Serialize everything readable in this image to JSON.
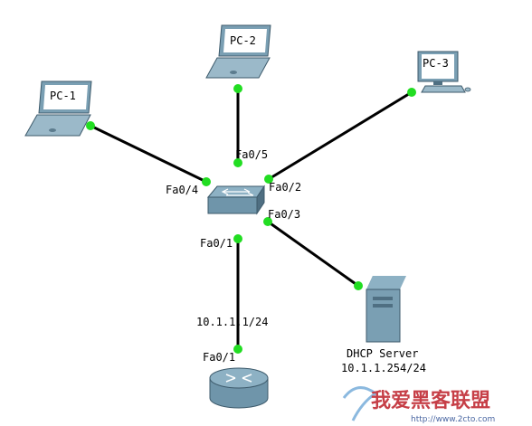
{
  "devices": {
    "pc1": {
      "label": "PC-1"
    },
    "pc2": {
      "label": "PC-2"
    },
    "pc3": {
      "label": "PC-3"
    },
    "server": {
      "name": "DHCP Server",
      "ip": "10.1.1.254/24"
    },
    "router": {
      "port": "Fa0/1",
      "ip": "10.1.1.1/24"
    }
  },
  "switch_ports": {
    "fa05": "Fa0/5",
    "fa04": "Fa0/4",
    "fa02": "Fa0/2",
    "fa03": "Fa0/3",
    "fa01": "Fa0/1"
  },
  "watermark": {
    "text": "我爱黑客联盟",
    "url": "http://www.2cto.com"
  },
  "colors": {
    "link": "#000000",
    "link_up": "#22dd22",
    "device_body": "#7a9fb3",
    "device_dark": "#4f6f82",
    "screen": "#ffffff"
  }
}
